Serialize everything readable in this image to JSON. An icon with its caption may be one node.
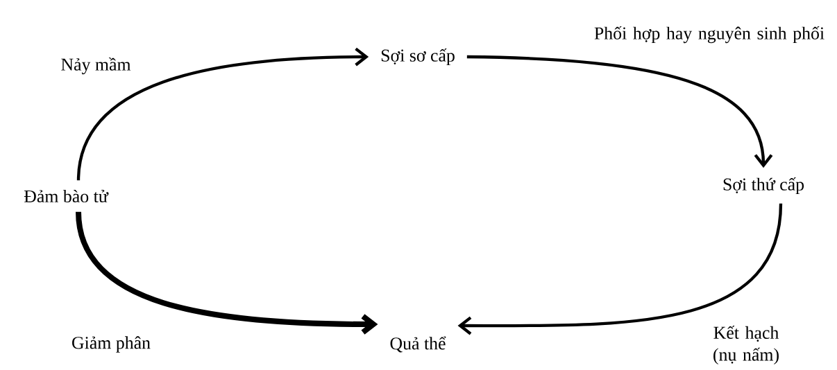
{
  "diagram": {
    "nodes": [
      {
        "text": [
          "Sợi sơ cấp"
        ]
      },
      {
        "text": [
          "Sợi thứ cấp"
        ]
      },
      {
        "text": [
          "Quả thể"
        ]
      },
      {
        "text": [
          "Đảm bào tử"
        ]
      }
    ],
    "edges": [
      {
        "from": 3,
        "to": 0,
        "arrow": "to",
        "label": "Nảy mầm"
      },
      {
        "from": 0,
        "to": 1,
        "arrow": "to",
        "label": "Phối hợp hay nguyên sinh phối"
      },
      {
        "from": 1,
        "to": 2,
        "arrow": "to",
        "label": "Kết hạch (nụ nấm)"
      },
      {
        "from": 3,
        "to": 2,
        "arrow": "to",
        "label": "Giảm phân",
        "style": "thick"
      }
    ]
  }
}
